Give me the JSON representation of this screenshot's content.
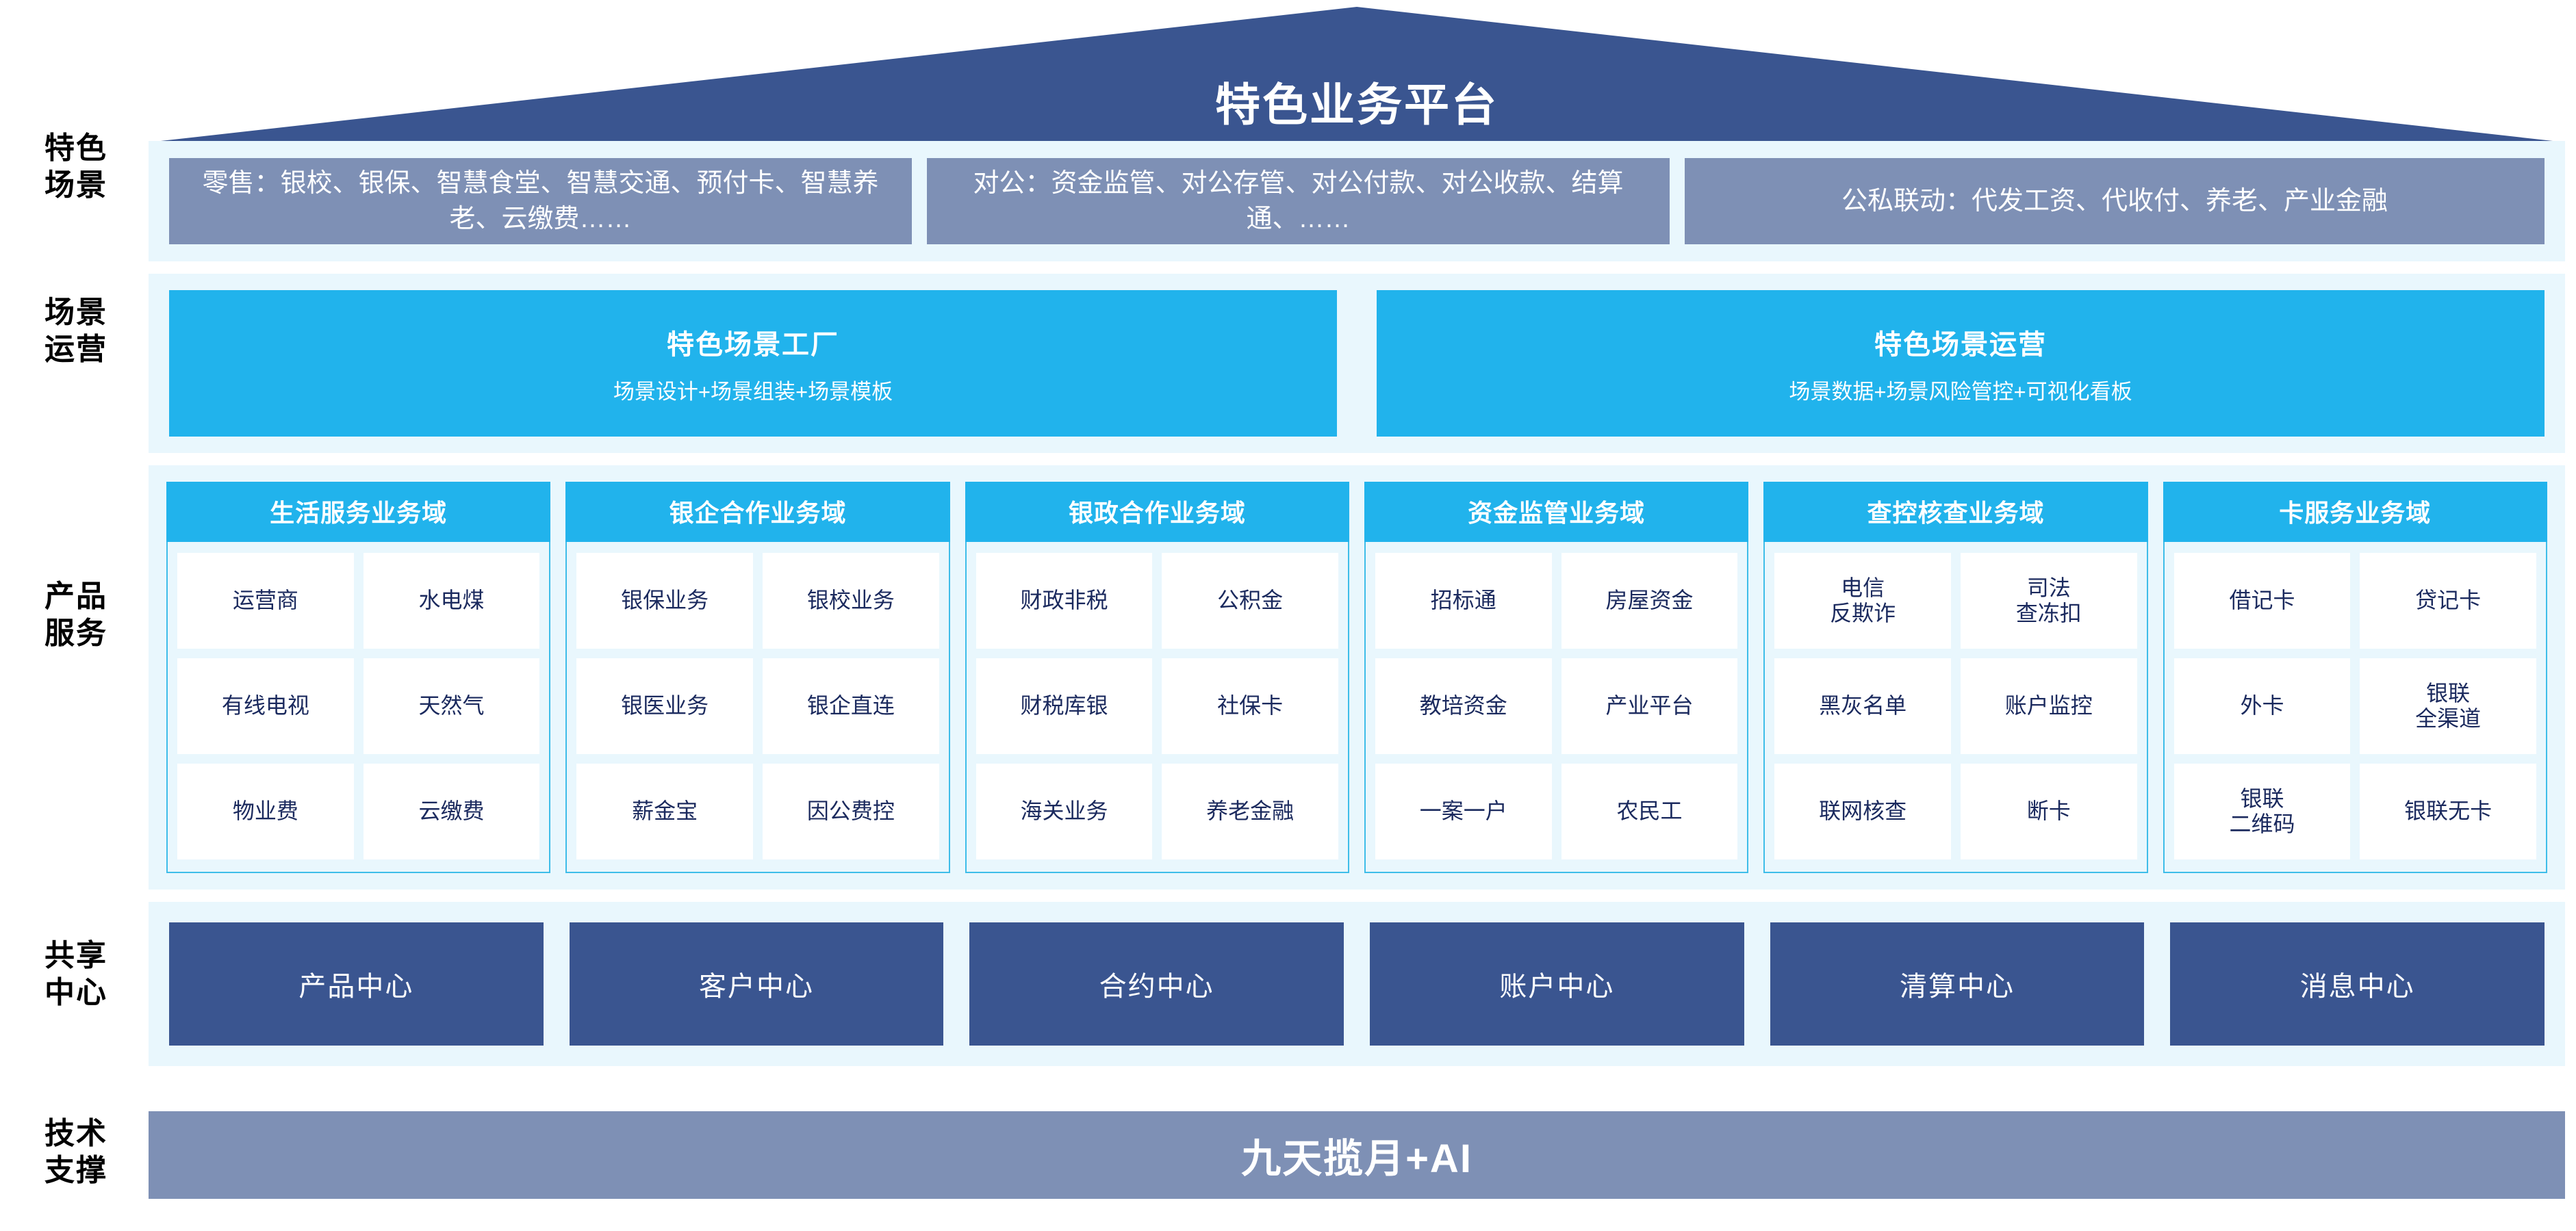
{
  "header": {
    "title": "特色业务平台"
  },
  "colors": {
    "roof": "#3a5590",
    "band": "#e9f7fd",
    "scene_box": "#7e90b5",
    "cyan": "#21b3ec",
    "card_border": "#3ebde9",
    "center_box": "#3a5590",
    "tech_bar": "#7e90b5",
    "tile_text": "#1b2a5e"
  },
  "rows": [
    {
      "key": "scene",
      "label": "特色\n场景"
    },
    {
      "key": "ops",
      "label": "场景\n运营"
    },
    {
      "key": "product",
      "label": "产品\n服务"
    },
    {
      "key": "center",
      "label": "共享\n中心"
    },
    {
      "key": "tech",
      "label": "技术\n支撑"
    }
  ],
  "scenes": [
    {
      "name": "retail",
      "text": "零售：银校、银保、智慧食堂、智慧交通、预付卡、智慧养老、云缴费……"
    },
    {
      "name": "corp",
      "text": "对公：资金监管、对公存管、对公付款、对公收款、结算通、……"
    },
    {
      "name": "linkage",
      "text": "公私联动：代发工资、代收付、养老、产业金融"
    }
  ],
  "operations": [
    {
      "title": "特色场景工厂",
      "subtitle": "场景设计+场景组装+场景模板"
    },
    {
      "title": "特色场景运营",
      "subtitle": "场景数据+场景风险管控+可视化看板"
    }
  ],
  "domains": [
    {
      "title": "生活服务业务域",
      "items": [
        "运营商",
        "水电煤",
        "有线电视",
        "天然气",
        "物业费",
        "云缴费"
      ]
    },
    {
      "title": "银企合作业务域",
      "items": [
        "银保业务",
        "银校业务",
        "银医业务",
        "银企直连",
        "薪金宝",
        "因公费控"
      ]
    },
    {
      "title": "银政合作业务域",
      "items": [
        "财政非税",
        "公积金",
        "财税库银",
        "社保卡",
        "海关业务",
        "养老金融"
      ]
    },
    {
      "title": "资金监管业务域",
      "items": [
        "招标通",
        "房屋资金",
        "教培资金",
        "产业平台",
        "一案一户",
        "农民工"
      ]
    },
    {
      "title": "查控核查业务域",
      "items": [
        "电信\n反欺诈",
        "司法\n查冻扣",
        "黑灰名单",
        "账户监控",
        "联网核查",
        "断卡"
      ]
    },
    {
      "title": "卡服务业务域",
      "items": [
        "借记卡",
        "贷记卡",
        "外卡",
        "银联\n全渠道",
        "银联\n二维码",
        "银联无卡"
      ]
    }
  ],
  "centers": [
    "产品中心",
    "客户中心",
    "合约中心",
    "账户中心",
    "清算中心",
    "消息中心"
  ],
  "tech": {
    "label": "九天揽月+AI"
  }
}
